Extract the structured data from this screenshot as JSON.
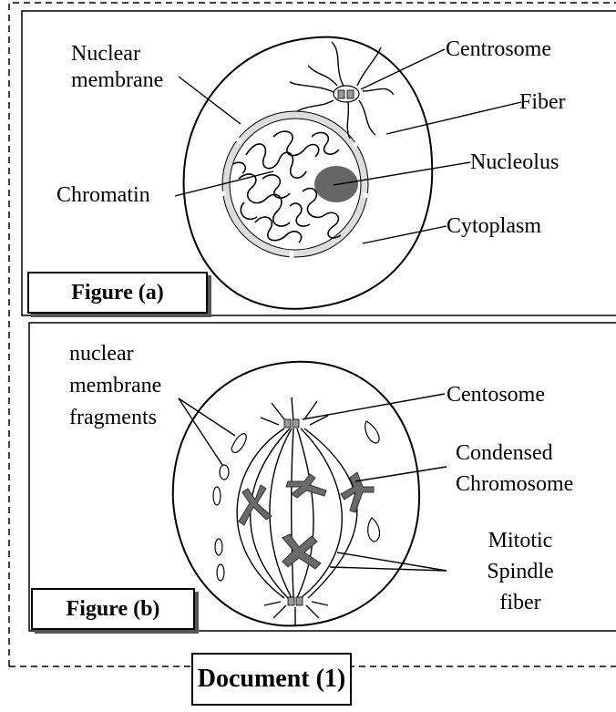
{
  "figure_a": {
    "caption": "Figure (a)",
    "labels": {
      "nuclear_membrane_1": "Nuclear",
      "nuclear_membrane_2": "membrane",
      "centrosome": "Centrosome",
      "fiber": "Fiber",
      "nucleolus": "Nucleolus",
      "chromatin": "Chromatin",
      "cytoplasm": "Cytoplasm"
    }
  },
  "figure_b": {
    "caption": "Figure (b)",
    "labels": {
      "fragments_1": "nuclear",
      "fragments_2": "membrane",
      "fragments_3": "fragments",
      "centosome": "Centosome",
      "condensed_1": "Condensed",
      "condensed_2": "Chromosome",
      "mitotic_1": "Mitotic",
      "mitotic_2": "Spindle",
      "mitotic_3": "fiber"
    }
  },
  "document_title": "Document (1)",
  "colors": {
    "nucleolus": "#666666",
    "chromosome": "#6a6a6a",
    "membrane": "#bbbbbb"
  }
}
